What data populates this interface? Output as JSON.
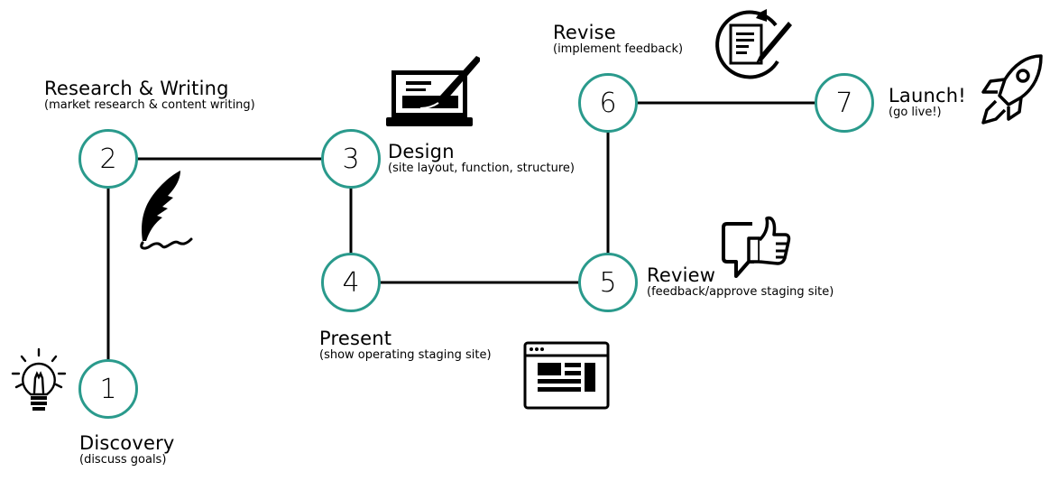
{
  "colors": {
    "node_border": "#2a9a8c",
    "line": "#000000",
    "icon": "#000000"
  },
  "steps": [
    {
      "num": "1",
      "title": "Discovery",
      "subtitle": "(discuss goals)",
      "icon": "lightbulb-icon"
    },
    {
      "num": "2",
      "title": "Research & Writing",
      "subtitle": "(market research & content writing)",
      "icon": "quill-pen-icon"
    },
    {
      "num": "3",
      "title": "Design",
      "subtitle": "(site layout, function, structure)",
      "icon": "laptop-design-icon"
    },
    {
      "num": "4",
      "title": "Present",
      "subtitle": "(show operating staging site)",
      "icon": "browser-window-icon"
    },
    {
      "num": "5",
      "title": "Review",
      "subtitle": "(feedback/approve staging site)",
      "icon": "thumbs-up-bubble-icon"
    },
    {
      "num": "6",
      "title": "Revise",
      "subtitle": "(implement feedback)",
      "icon": "edit-refresh-icon"
    },
    {
      "num": "7",
      "title": "Launch!",
      "subtitle": "(go live!)",
      "icon": "rocket-icon"
    }
  ]
}
